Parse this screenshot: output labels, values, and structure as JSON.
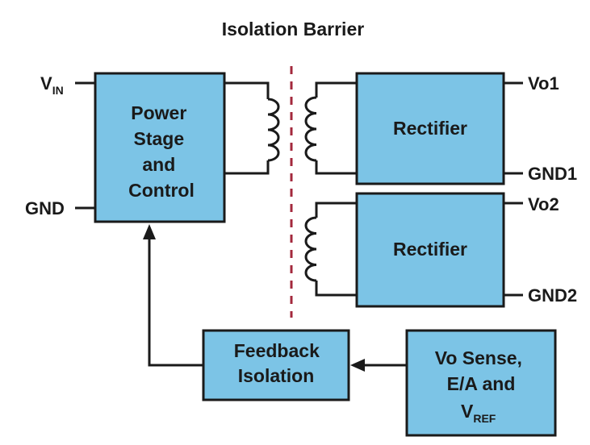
{
  "diagram": {
    "title": "Isolation Barrier",
    "colors": {
      "block_fill": "#7cc4e6",
      "outline": "#1a1a1a",
      "barrier": "#a3283c"
    },
    "blocks": {
      "power_stage": {
        "lines": [
          "Power",
          "Stage",
          "and",
          "Control"
        ]
      },
      "rectifier_1": {
        "label": "Rectifier"
      },
      "rectifier_2": {
        "label": "Rectifier"
      },
      "feedback": {
        "lines": [
          "Feedback",
          "Isolation"
        ]
      },
      "vo_sense": {
        "line1": "Vo Sense,",
        "line2": "E/A and",
        "line3_main": "V",
        "line3_sub": "REF"
      }
    },
    "pins": {
      "vin_main": "V",
      "vin_sub": "IN",
      "gnd": "GND",
      "vo1": "Vo1",
      "gnd1": "GND1",
      "vo2": "Vo2",
      "gnd2": "GND2"
    }
  }
}
